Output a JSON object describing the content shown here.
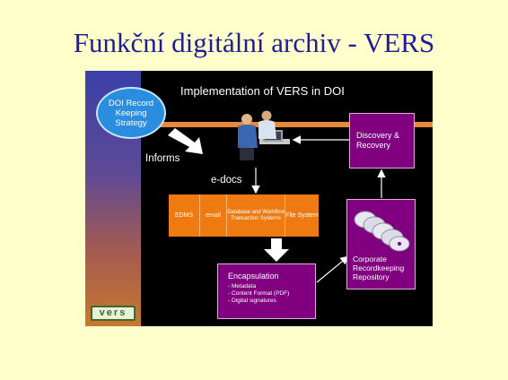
{
  "slide": {
    "title": "Funkční digitální archiv - VERS"
  },
  "diagram": {
    "title": "Implementation of VERS in DOI",
    "strategy": "DOI Record Keeping Strategy",
    "informs": "Informs",
    "edocs": "e-docs",
    "doc_types": [
      "EDMS",
      "email",
      "Database and Workflow Transaction Systems",
      "File System"
    ],
    "discovery": "Discovery & Recovery",
    "encapsulation": {
      "title": "Encapsulation",
      "items": [
        "- Metadata",
        "- Content Format (PDF)",
        "- Digital signatures"
      ]
    },
    "corporate": "Corporate Recordkeeping Repository",
    "logo": "vers"
  },
  "colors": {
    "background": "#ffffcc",
    "title": "#1e1e96",
    "panel": "#000000",
    "accent_orange": "#f07a12",
    "box_purple": "#800080"
  }
}
